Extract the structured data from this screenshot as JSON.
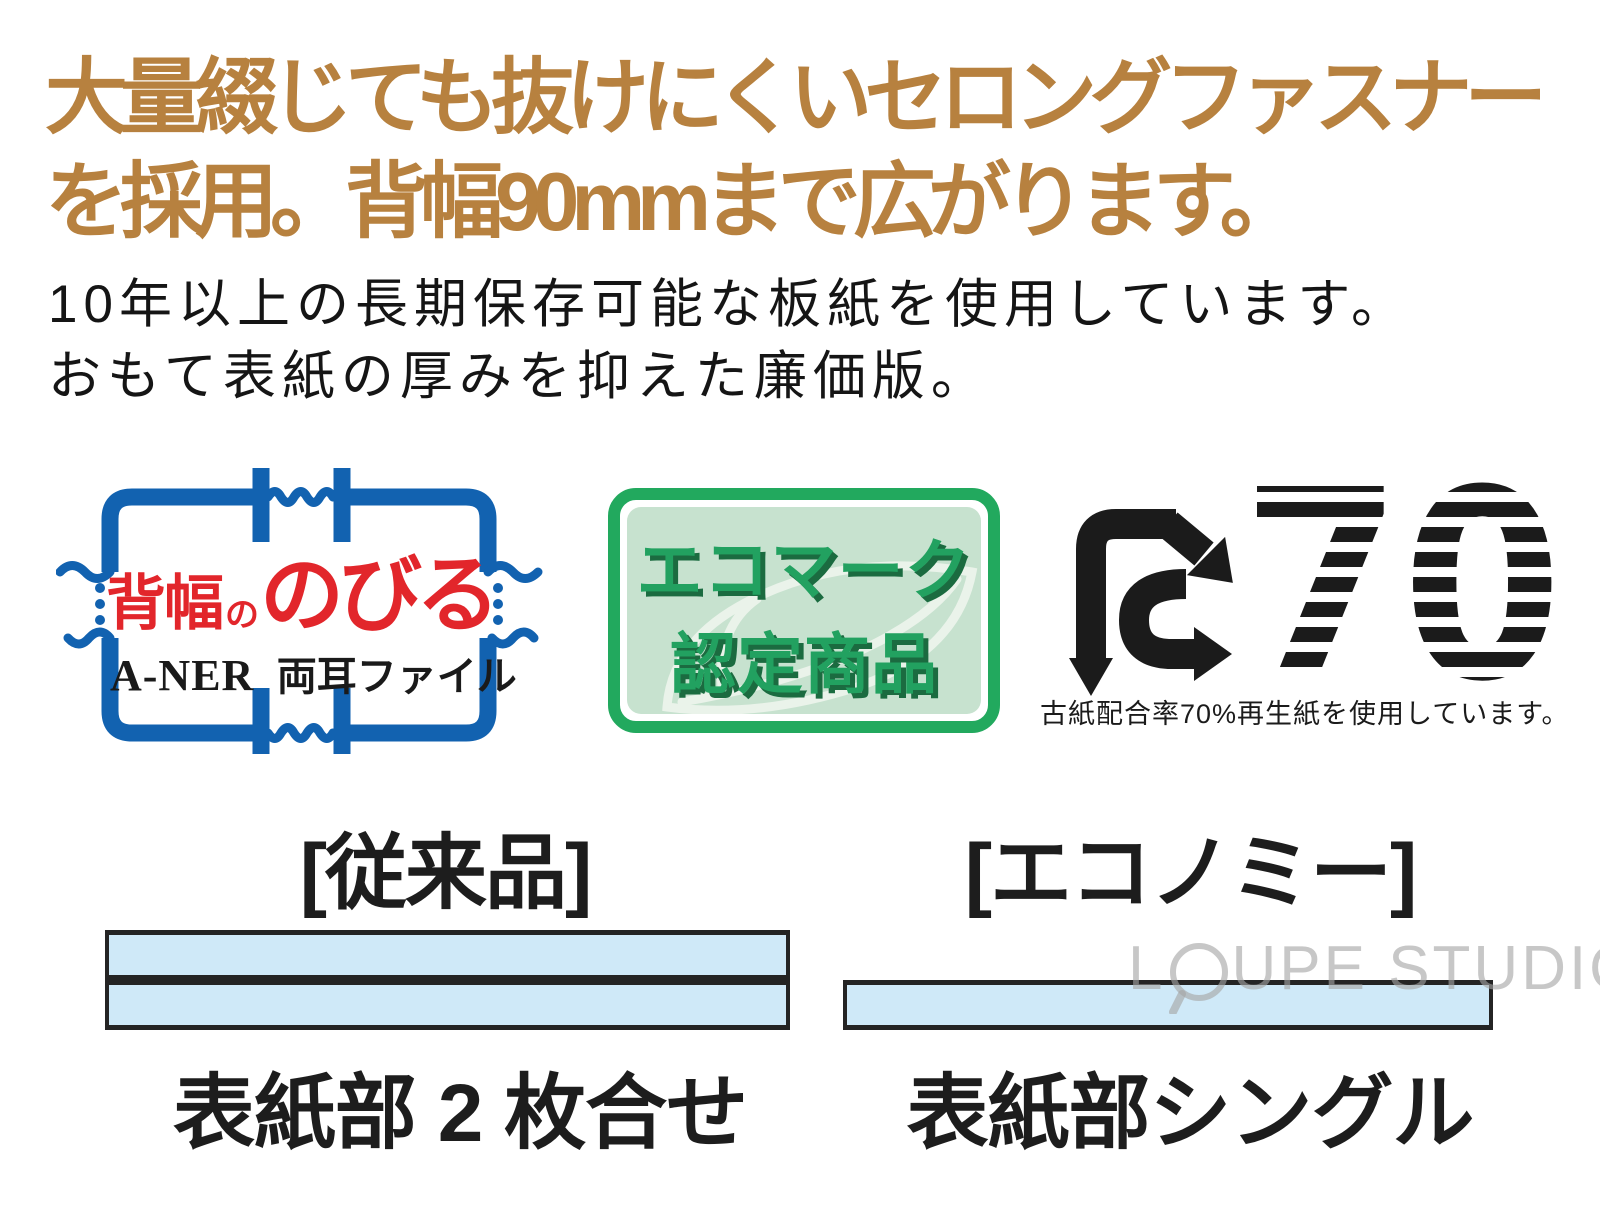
{
  "heading": {
    "line1": "大量綴じても抜けにくいセロングファスナー",
    "line2": "を採用。背幅90mmまで広がります。",
    "color": "#b7813f"
  },
  "body": {
    "line1": "10年以上の長期保存可能な板紙を使用しています。",
    "line2": "おもて表紙の厚みを抑えた廉価版。"
  },
  "logos": {
    "aner": {
      "main_part1": "背幅",
      "main_part2": "の",
      "main_part3": "のびる",
      "sub_latin": "A-NER",
      "sub_jp": "両耳ファイル",
      "frame_color": "#1262b0",
      "main_color": "#e2262b"
    },
    "ecomark": {
      "line1": "エコマーク",
      "line2": "認定商品",
      "border_color": "#22a95e",
      "fill_color": "#c7e2cf",
      "text_color": "#22a160",
      "shadow_color": "#1b6b40"
    },
    "r70": {
      "number": "70",
      "caption": "古紙配合率70%再生紙を使用しています。",
      "color": "#1b1b1b"
    }
  },
  "comparison": {
    "left": {
      "label": "[従来品]",
      "caption": "表紙部 2 枚合せ"
    },
    "right": {
      "label": "[エコノミー]",
      "caption": "表紙部シングル"
    },
    "bar_fill": "#cfe9f8",
    "bar_border": "#242424"
  },
  "watermark": {
    "prefix": "L",
    "suffix": "UPE STUDIO"
  }
}
